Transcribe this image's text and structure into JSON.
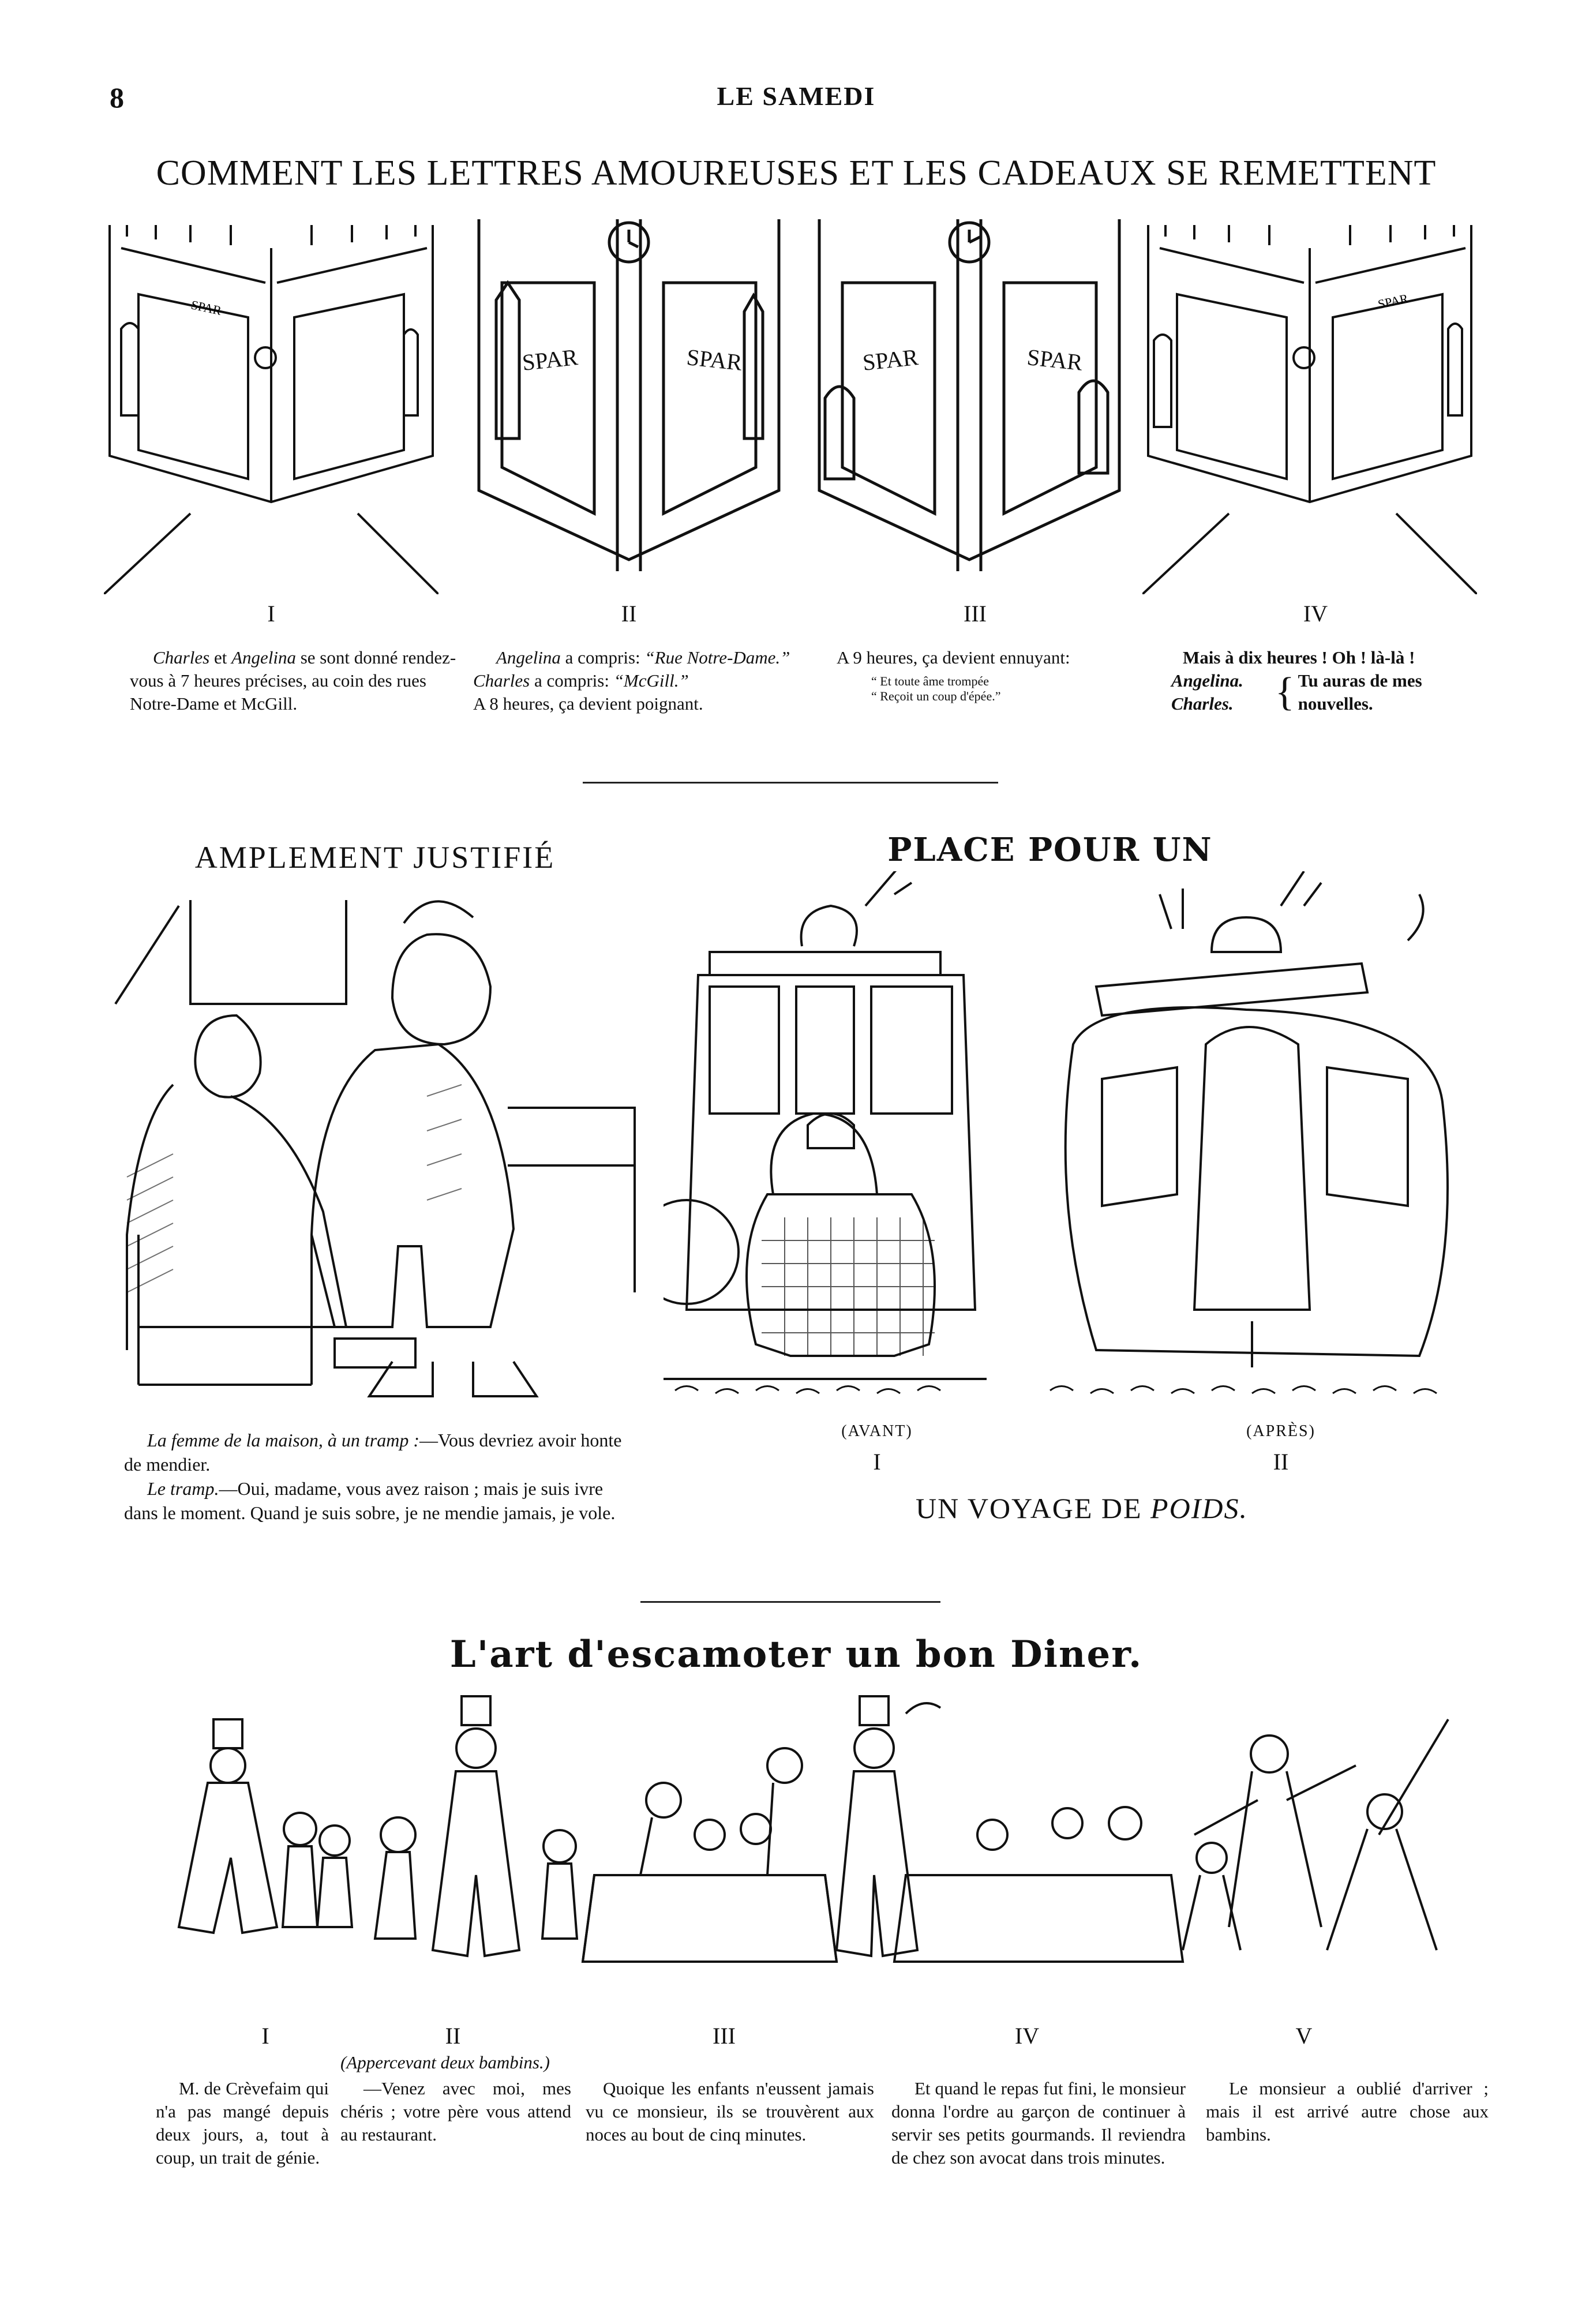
{
  "header": {
    "page_number": "8",
    "masthead": "LE SAMEDI"
  },
  "strip1": {
    "title": "COMMENT LES LETTRES AMOUREUSES ET LES CADEAUX SE REMETTENT",
    "panels": [
      {
        "numeral": "I",
        "sign": "SPAR"
      },
      {
        "numeral": "II",
        "sign": "SPAR"
      },
      {
        "numeral": "III",
        "sign": "SPAR"
      },
      {
        "numeral": "IV",
        "sign": "SPAR"
      }
    ],
    "captions": {
      "c1_a": "Charles",
      "c1_b": " et ",
      "c1_c": "Angelina",
      "c1_d": " se sont donné rendez-vous à 7 heures précises, au coin des rues Notre-Dame et McGill.",
      "c2_a": "Angelina",
      "c2_b": " a compris: ",
      "c2_c": "“Rue Notre-Dame.”",
      "c2_d": " ",
      "c2_e": "Charles",
      "c2_f": " a compris: ",
      "c2_g": "“McGill.”",
      "c2_h": "A 8 heures, ça devient poignant.",
      "c3_a": "A 9 heures, ça devient ennuyant:",
      "c3_b": "“ Et toute âme trompée",
      "c3_c": "“ Reçoit un coup d'épée.”",
      "c4_a": "Mais à dix heures ! Oh ! là-là !",
      "c4_b": "Angelina.",
      "c4_c": "Charles.",
      "c4_d": "Tu auras de mes nouvelles."
    }
  },
  "cartoon_left": {
    "title": "AMPLEMENT JUSTIFIÉ",
    "caption_a": "La femme de la maison, à un tramp :",
    "caption_b": "—Vous devriez avoir honte de mendier.",
    "caption_c": "Le tramp.",
    "caption_d": "—Oui, madame, vous avez raison ; mais je suis ivre dans le moment. Quand je suis sobre, je ne mendie jamais, je vole."
  },
  "cartoon_right": {
    "title": "PLACE POUR UN",
    "label_before": "(AVANT)",
    "label_after": "(APRÈS)",
    "numeral_1": "I",
    "numeral_2": "II",
    "subtitle_a": "UN VOYAGE DE ",
    "subtitle_b": "POIDS."
  },
  "strip2": {
    "title": "L'art d'escamoter un bon Diner.",
    "numerals": [
      "I",
      "II",
      "III",
      "IV",
      "V"
    ],
    "aside": "(Appercevant deux bambins.)",
    "captions": [
      "M. de Crèvefaim qui n'a pas mangé depuis deux jours, a, tout à coup, un trait de génie.",
      "—Venez avec moi, mes chéris ; votre père vous attend au restaurant.",
      "Quoique les enfants n'eussent jamais vu ce monsieur, ils se trouvèrent aux noces au bout de cinq minutes.",
      "Et quand le repas fut fini, le monsieur donna l'ordre au garçon de continuer à servir ses petits gourmands. Il reviendra de chez son avocat dans trois minutes.",
      "Le monsieur a oublié d'arriver ; mais il est arrivé autre chose aux bambins."
    ]
  }
}
